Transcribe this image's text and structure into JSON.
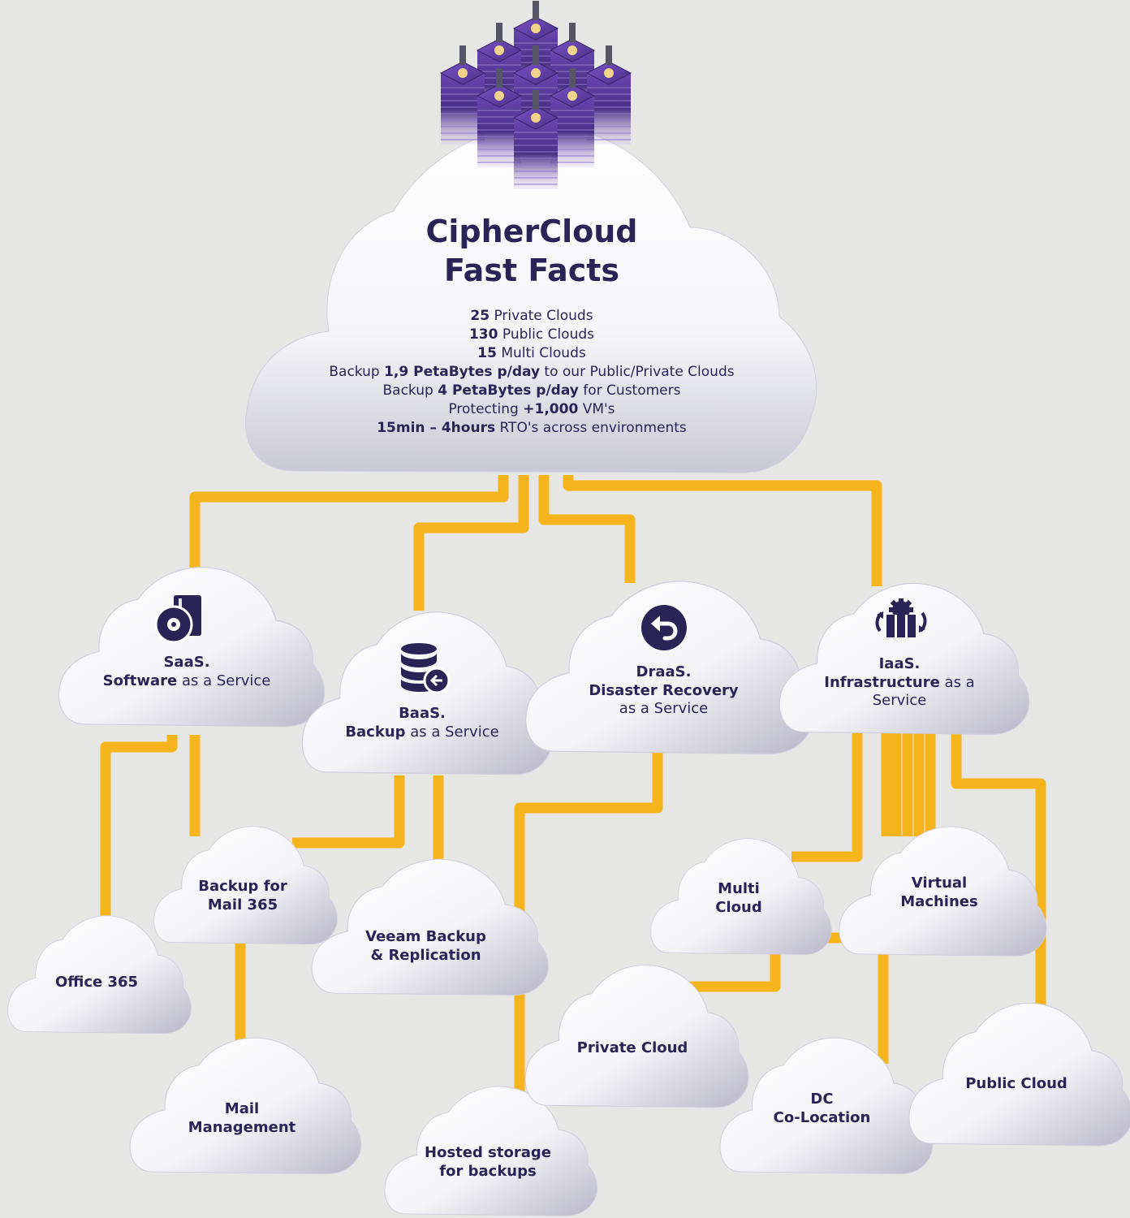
{
  "main": {
    "title_line1": "CipherCloud",
    "title_line2": "Fast Facts",
    "facts": [
      {
        "pre": "",
        "bold": "25",
        "post": " Private Clouds"
      },
      {
        "pre": "",
        "bold": "130",
        "post": " Public Clouds"
      },
      {
        "pre": "",
        "bold": "15",
        "post": " Multi Clouds"
      },
      {
        "pre": "Backup ",
        "bold": "1,9 PetaBytes p/day",
        "post": " to our Public/Private Clouds"
      },
      {
        "pre": "Backup ",
        "bold": "4 PetaBytes p/day",
        "post": " for Customers"
      },
      {
        "pre": "Protecting ",
        "bold": "+1,000",
        "post": " VM's"
      },
      {
        "pre": "",
        "bold": "15min – 4hours",
        "post": " RTO's across environments"
      }
    ]
  },
  "services": {
    "saas": {
      "abbr": "SaaS.",
      "bold": "Software",
      "rest": " as a Service",
      "icon": "software-disc-icon"
    },
    "baas": {
      "abbr": "BaaS.",
      "bold": "Backup",
      "rest": " as a Service",
      "icon": "database-backup-icon"
    },
    "draas": {
      "abbr": "DraaS.",
      "bold": "Disaster Recovery",
      "rest": "as a Service",
      "icon": "undo-arrow-icon"
    },
    "iaas": {
      "abbr": "IaaS.",
      "bold": "Infrastructure",
      "rest": " as a",
      "rest2": "Service",
      "icon": "gear-boxes-icon"
    }
  },
  "leaves": {
    "office365": "Office 365",
    "backup_mail_1": "Backup for",
    "backup_mail_2": "Mail 365",
    "mail_mgmt_1": "Mail",
    "mail_mgmt_2": "Management",
    "veeam_1": "Veeam Backup",
    "veeam_2": "& Replication",
    "hosted_1": "Hosted storage",
    "hosted_2": "for backups",
    "multi_1": "Multi",
    "multi_2": "Cloud",
    "private": "Private Cloud",
    "virtual_1": "Virtual",
    "virtual_2": "Machines",
    "dc_1": "DC",
    "dc_2": "Co-Location",
    "public": "Public Cloud"
  },
  "colors": {
    "background": "#e6e6e4",
    "connector": "#f6b41c",
    "text": "#2a2456",
    "server_purple": "#5a3a9a",
    "cloud_fill": "#ffffff"
  }
}
